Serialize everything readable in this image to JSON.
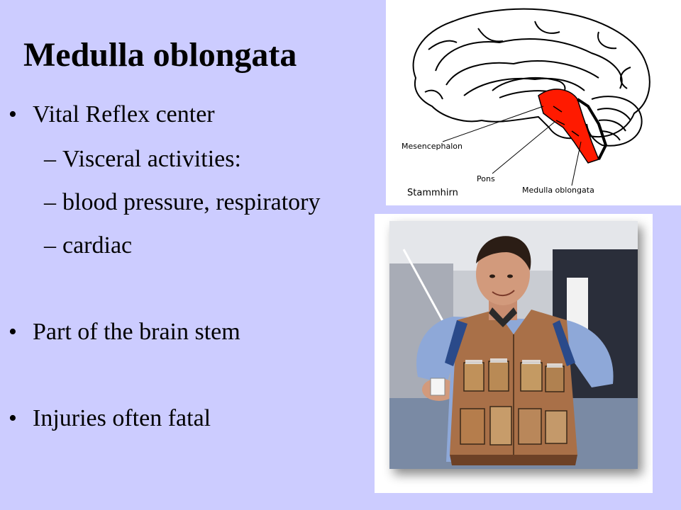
{
  "slide": {
    "title": "Medulla oblongata",
    "bullets": [
      {
        "level": 1,
        "marker": "•",
        "text": "Vital Reflex center"
      },
      {
        "level": 2,
        "marker": "–",
        "text": "Visceral activities:"
      },
      {
        "level": 2,
        "marker": "–",
        "text": "blood pressure, respiratory"
      },
      {
        "level": 2,
        "marker": "–",
        "text": "cardiac"
      },
      {
        "level": 1,
        "marker": "•",
        "text": "Part of the brain stem"
      },
      {
        "level": 1,
        "marker": "•",
        "text": "Injuries often fatal"
      }
    ]
  },
  "diagram": {
    "labels": {
      "mesencephalon": "Mesencephalon",
      "pons": "Pons",
      "medulla": "Medulla oblongata",
      "stammhirn": "Stammhirn"
    },
    "colors": {
      "highlight": "#ff1a00",
      "line": "#000000",
      "background": "#ffffff"
    }
  },
  "colors": {
    "slide_background": "#ccccff"
  }
}
